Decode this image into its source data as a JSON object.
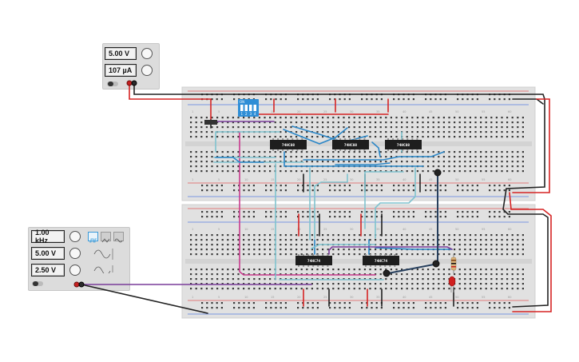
{
  "power_supply": {
    "voltage": "5.00 V",
    "current": "107 µA"
  },
  "function_generator": {
    "frequency": "1.00 kHz",
    "amplitude": "5.00 V",
    "offset": "2.50 V",
    "waveforms": [
      "square-wave-icon",
      "triangle-wave-icon",
      "sine-wave-icon"
    ]
  },
  "chips": {
    "upper": [
      "74HC08",
      "74HC08",
      "74HC08"
    ],
    "lower": [
      "74HC74",
      "74HC74"
    ]
  },
  "dip_switch": {
    "label": "ON",
    "positions": [
      "1",
      "2",
      "3",
      "4"
    ]
  },
  "breadboard": {
    "column_numbers": [
      "1",
      "5",
      "10",
      "15",
      "20",
      "25",
      "30",
      "35",
      "40",
      "45",
      "50",
      "55",
      "60"
    ],
    "row_letters_top": [
      "a",
      "b",
      "c",
      "d",
      "e"
    ],
    "row_letters_bottom": [
      "f",
      "g",
      "h",
      "i",
      "j"
    ]
  },
  "colors": {
    "wire_red": "#d62424",
    "wire_black": "#222222",
    "wire_blue": "#2b87c8",
    "wire_cyan": "#7fc3cf",
    "wire_magenta": "#c93a8e",
    "wire_purple": "#7a3d9a",
    "wire_navy": "#28405e",
    "board": "#e1e1e1",
    "chip": "#1e1e1e",
    "led": "#d02020",
    "dip": "#2f8ed6"
  }
}
